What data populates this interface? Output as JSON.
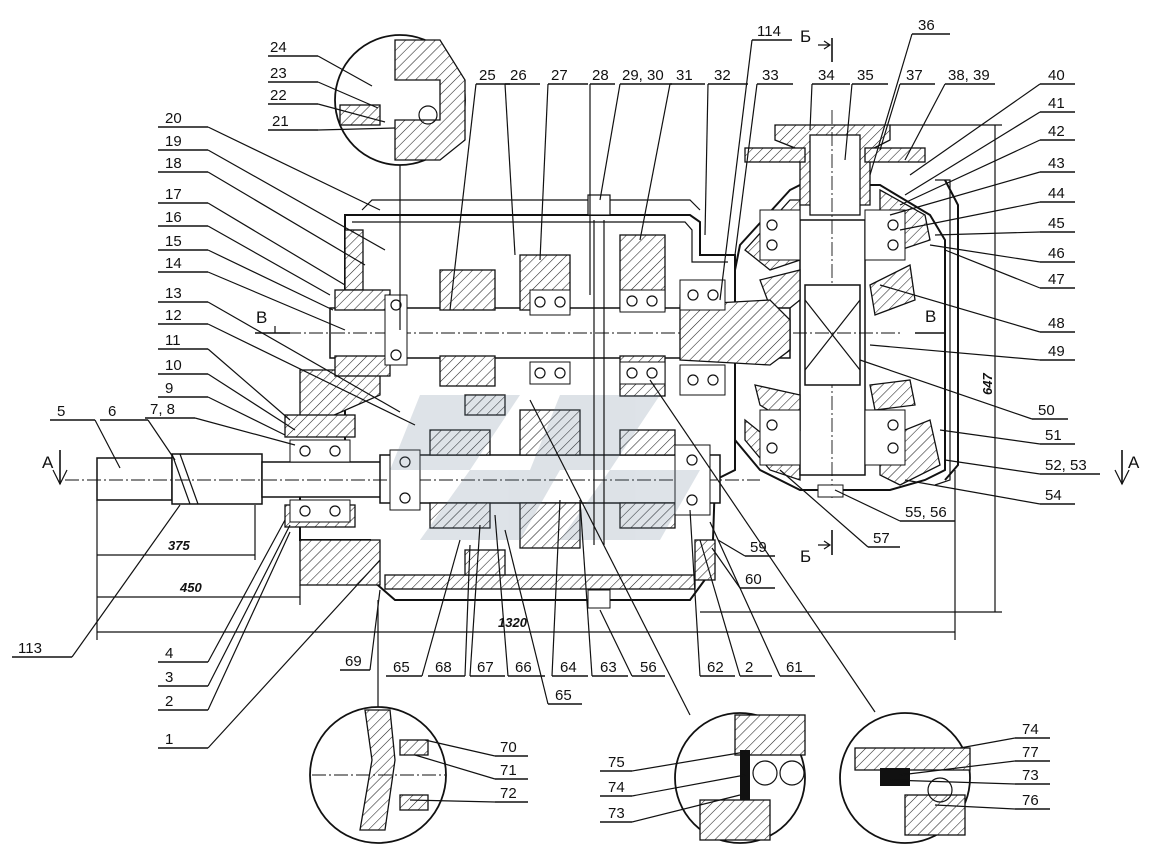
{
  "labels": {
    "l1": "1",
    "l2": "2",
    "l3": "3",
    "l4": "4",
    "l5": "5",
    "l6": "6",
    "l7": "7, 8",
    "l9": "9",
    "l10": "10",
    "l11": "11",
    "l12": "12",
    "l13": "13",
    "l14": "14",
    "l15": "15",
    "l16": "16",
    "l17": "17",
    "l18": "18",
    "l19": "19",
    "l20": "20",
    "l21": "21",
    "l22": "22",
    "l23": "23",
    "l24": "24",
    "l25": "25",
    "l26": "26",
    "l27": "27",
    "l28": "28",
    "l29": "29, 30",
    "l31": "31",
    "l32": "32",
    "l33": "33",
    "l34": "34",
    "l35": "35",
    "l36": "36",
    "l37": "37",
    "l38": "38, 39",
    "l40": "40",
    "l41": "41",
    "l42": "42",
    "l43": "43",
    "l44": "44",
    "l45": "45",
    "l46": "46",
    "l47": "47",
    "l48": "48",
    "l49": "49",
    "l50": "50",
    "l51": "51",
    "l52": "52, 53",
    "l54": "54",
    "l55": "55, 56",
    "l57": "57",
    "l59": "59",
    "l60": "60",
    "l61": "61",
    "l62": "62",
    "l2b": "2",
    "l56": "56",
    "l63": "63",
    "l64": "64",
    "l65a": "65",
    "l65b": "65",
    "l66": "66",
    "l67": "67",
    "l68": "68",
    "l69": "69",
    "l113": "113",
    "l114": "114",
    "l70": "70",
    "l71": "71",
    "l72": "72",
    "l73a": "73",
    "l74a": "74",
    "l75": "75",
    "l73b": "73",
    "l74b": "74",
    "l76": "76",
    "l77": "77"
  },
  "dimensions": {
    "d375": "375",
    "d450": "450",
    "d1320": "1320",
    "d647": "647"
  },
  "sections": {
    "a_left": "А",
    "a_right": "А",
    "b_top": "Б",
    "b_bottom": "Б",
    "v_left": "В",
    "v_right": "В"
  }
}
